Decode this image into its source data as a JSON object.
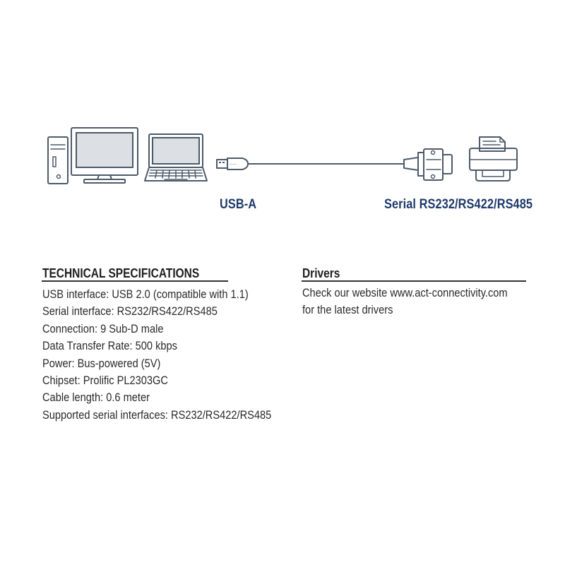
{
  "diagram": {
    "usb_label": "USB-A",
    "serial_label": "Serial RS232/RS422/RS485",
    "accent_color": "#1f3a6b",
    "icons": [
      "desktop-tower-icon",
      "monitor-icon",
      "laptop-icon",
      "usb-a-plug-icon",
      "db9-serial-connector-icon",
      "printer-icon"
    ]
  },
  "specs": {
    "heading": "TECHNICAL SPECIFICATIONS",
    "items": [
      "USB interface: USB 2.0 (compatible with 1.1)",
      "Serial interface: RS232/RS422/RS485",
      "Connection: 9 Sub-D male",
      "Data Transfer Rate: 500 kbps",
      "Power: Bus-powered (5V)",
      "Chipset: Prolific PL2303GC",
      "Cable length: 0.6 meter",
      "Supported serial interfaces: RS232/RS422/RS485"
    ]
  },
  "drivers": {
    "heading": "Drivers",
    "lines": [
      "Check our website www.act-connectivity.com",
      "for the latest drivers"
    ]
  }
}
